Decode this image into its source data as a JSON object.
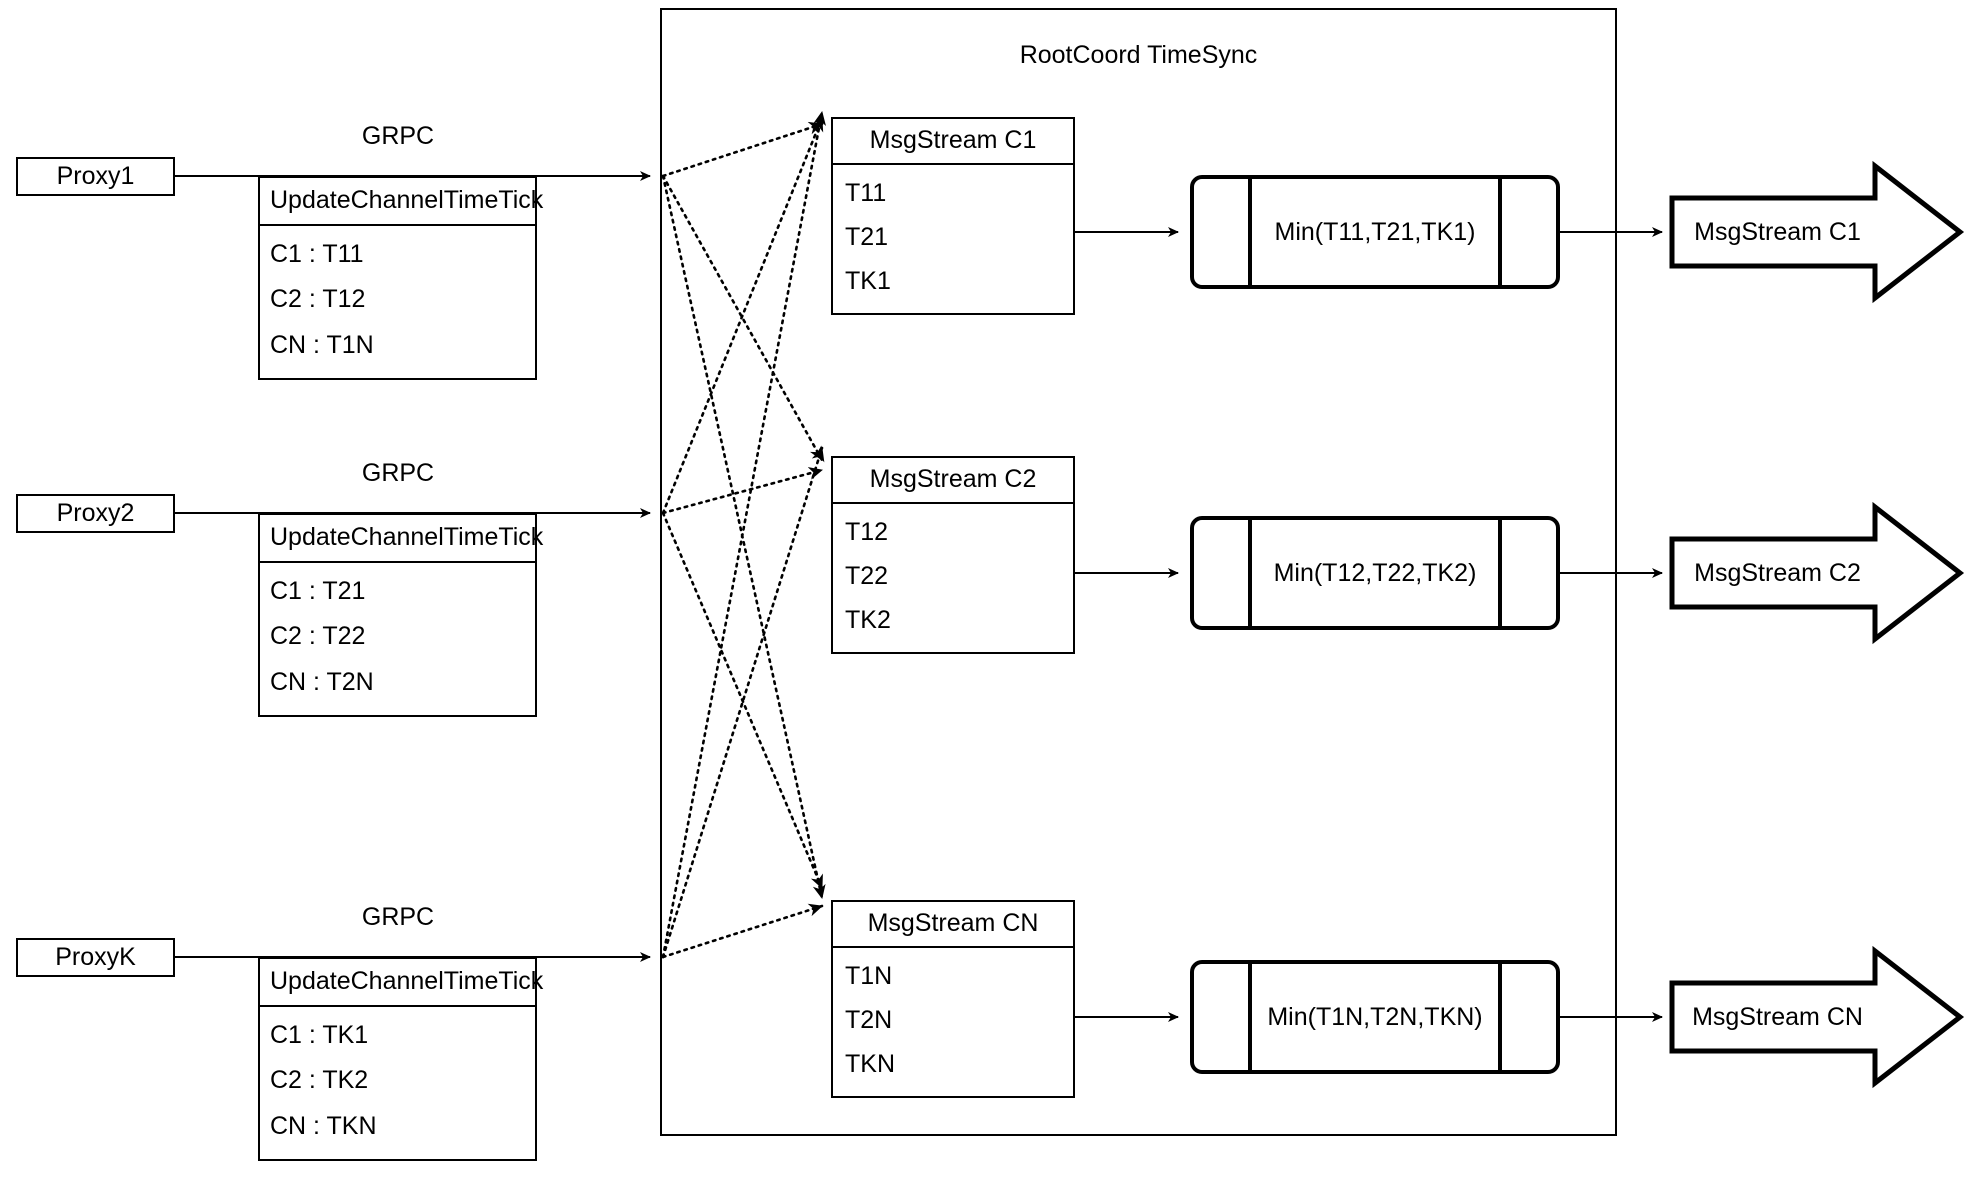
{
  "diagram": {
    "container": {
      "title": "RootCoord TimeSync"
    },
    "grpc_label": "GRPC",
    "proxies": [
      {
        "name": "Proxy1",
        "grpc": "GRPC",
        "request_title": "UpdateChannelTimeTick",
        "rows": [
          "C1 :  T11",
          "C2 :  T12",
          "CN : T1N"
        ]
      },
      {
        "name": "Proxy2",
        "grpc": "GRPC",
        "request_title": "UpdateChannelTimeTick",
        "rows": [
          "C1 :  T21",
          "C2 :  T22",
          "CN : T2N"
        ]
      },
      {
        "name": "ProxyK",
        "grpc": "GRPC",
        "request_title": "UpdateChannelTimeTick",
        "rows": [
          "C1 :  TK1",
          "C2 :  TK2",
          "CN : TKN"
        ]
      }
    ],
    "channels": [
      {
        "stream_title": "MsgStream C1",
        "ticks": [
          "T11",
          "T21",
          "TK1"
        ],
        "min_label": "Min(T11,T21,TK1)",
        "output_label": "MsgStream C1"
      },
      {
        "stream_title": "MsgStream C2",
        "ticks": [
          "T12",
          "T22",
          "TK2"
        ],
        "min_label": "Min(T12,T22,TK2)",
        "output_label": "MsgStream C2"
      },
      {
        "stream_title": "MsgStream CN",
        "ticks": [
          "T1N",
          "T2N",
          "TKN"
        ],
        "min_label": "Min(T1N,T2N,TKN)",
        "output_label": "MsgStream CN"
      }
    ],
    "colors": {
      "stroke": "#000000",
      "background": "#ffffff"
    }
  }
}
